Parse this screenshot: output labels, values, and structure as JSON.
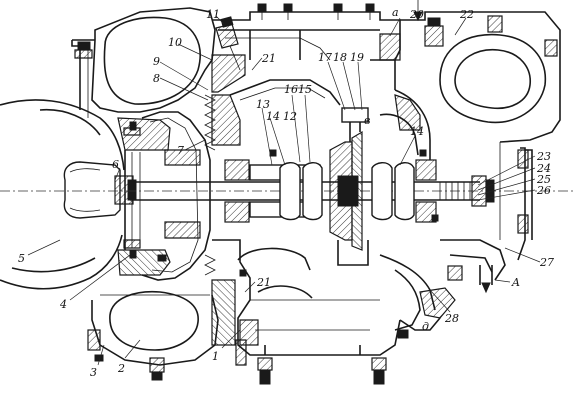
{
  "labels": {
    "n1": "1",
    "n2": "2",
    "n3": "3",
    "n4": "4",
    "n5": "5",
    "n6": "6",
    "n7": "7",
    "n8": "8",
    "n9": "9",
    "n10": "10",
    "n11": "11",
    "n12": "12",
    "n13": "13",
    "n14a": "14",
    "n14b": "14",
    "n15": "15",
    "n16": "16",
    "n17": "17",
    "n18": "18",
    "n19": "19",
    "n20": "20",
    "n21a": "21",
    "n21b": "21",
    "n22": "22",
    "n23": "23",
    "n24": "24",
    "n25": "25",
    "n26": "26",
    "n27": "27",
    "n28": "28",
    "la": "a",
    "lb": "в",
    "lA": "A",
    "ld": "д"
  }
}
